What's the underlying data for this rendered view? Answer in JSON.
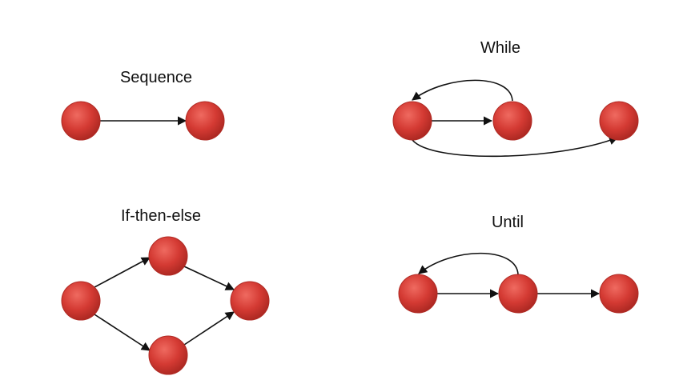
{
  "colors": {
    "background": "#ffffff",
    "node_fill": "#d43a33",
    "node_edge": "#a82620",
    "edge": "#111111",
    "text": "#111111"
  },
  "diagrams": {
    "sequence": {
      "title": "Sequence"
    },
    "while": {
      "title": "While"
    },
    "if_then_else": {
      "title": "If-then-else"
    },
    "until": {
      "title": "Until"
    }
  }
}
